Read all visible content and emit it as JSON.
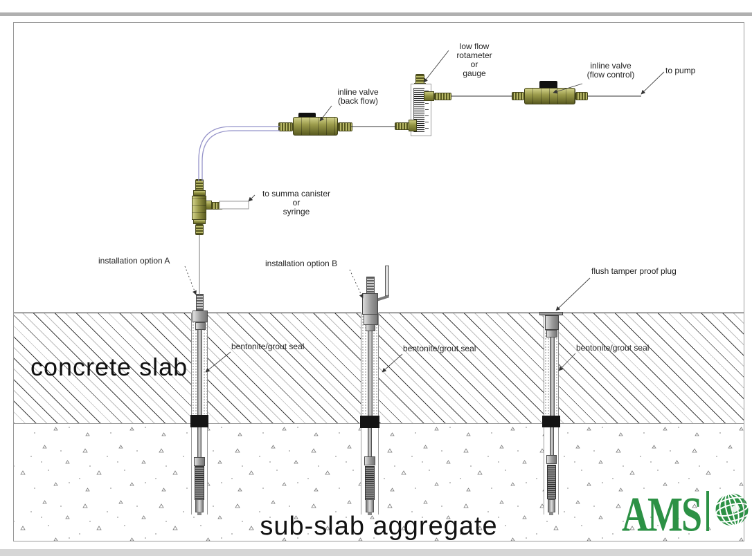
{
  "labels": {
    "rotameter": [
      "low flow",
      "rotameter",
      "or",
      "gauge"
    ],
    "back_flow_valve": [
      "inline valve",
      "(back flow)"
    ],
    "flow_control_valve": [
      "inline valve",
      "(flow control)"
    ],
    "to_pump": "to pump",
    "summa_canister": [
      "to summa canister",
      "or",
      "syringe"
    ],
    "installation_option_a": "installation option A",
    "installation_option_b": "installation option B",
    "flush_plug": "flush tamper proof plug",
    "seal_a": "bentonite/grout seal",
    "seal_b": "bentonite/grout seal",
    "seal_c": "bentonite/grout seal",
    "concrete_slab": "concrete slab",
    "sub_slab_aggregate": "sub-slab aggregate"
  },
  "logo": {
    "text": "AMS",
    "color": "#2c9145",
    "globe_icon": "globe-icon"
  },
  "colors": {
    "fitting_olive": "#9a9a4a",
    "valve_handle": "#111111",
    "seal_black": "#141414",
    "tubing_blue": "#9593c9",
    "hatch_dark": "#3f3f3f",
    "hatch_light": "#bcbcbc",
    "line": "#333333",
    "logo_green": "#2c9145"
  }
}
